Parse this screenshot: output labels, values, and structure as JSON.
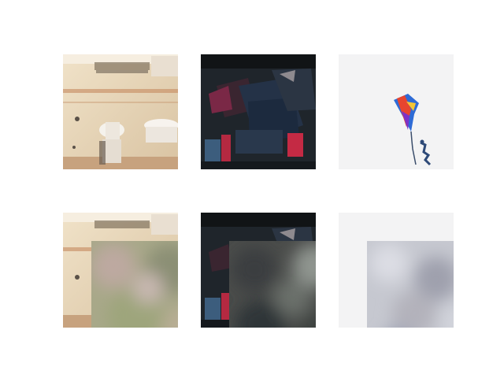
{
  "figure": {
    "grid": {
      "rows": 2,
      "columns": 3
    },
    "rows": [
      {
        "role": "original",
        "images": [
          {
            "scene": "bathroom",
            "icon": "bathroom-thumbnail"
          },
          {
            "scene": "dark-clothes",
            "icon": "clothes-thumbnail"
          },
          {
            "scene": "kite",
            "icon": "kite-thumbnail"
          }
        ]
      },
      {
        "role": "masked-reconstruction",
        "images": [
          {
            "scene": "bathroom",
            "icon": "bathroom-masked-thumbnail"
          },
          {
            "scene": "dark-clothes",
            "icon": "clothes-masked-thumbnail"
          },
          {
            "scene": "kite",
            "icon": "kite-masked-thumbnail"
          }
        ]
      }
    ],
    "colors": {
      "background": "#ffffff",
      "bathroom_wall": "#e8d6bb",
      "bathroom_patch": "#a8a889",
      "clothes_bg": "#1f252b",
      "clothes_patch": "#4a4c4a",
      "kite_bg": "#f3f3f4",
      "kite_patch": "#b9bac4"
    }
  }
}
